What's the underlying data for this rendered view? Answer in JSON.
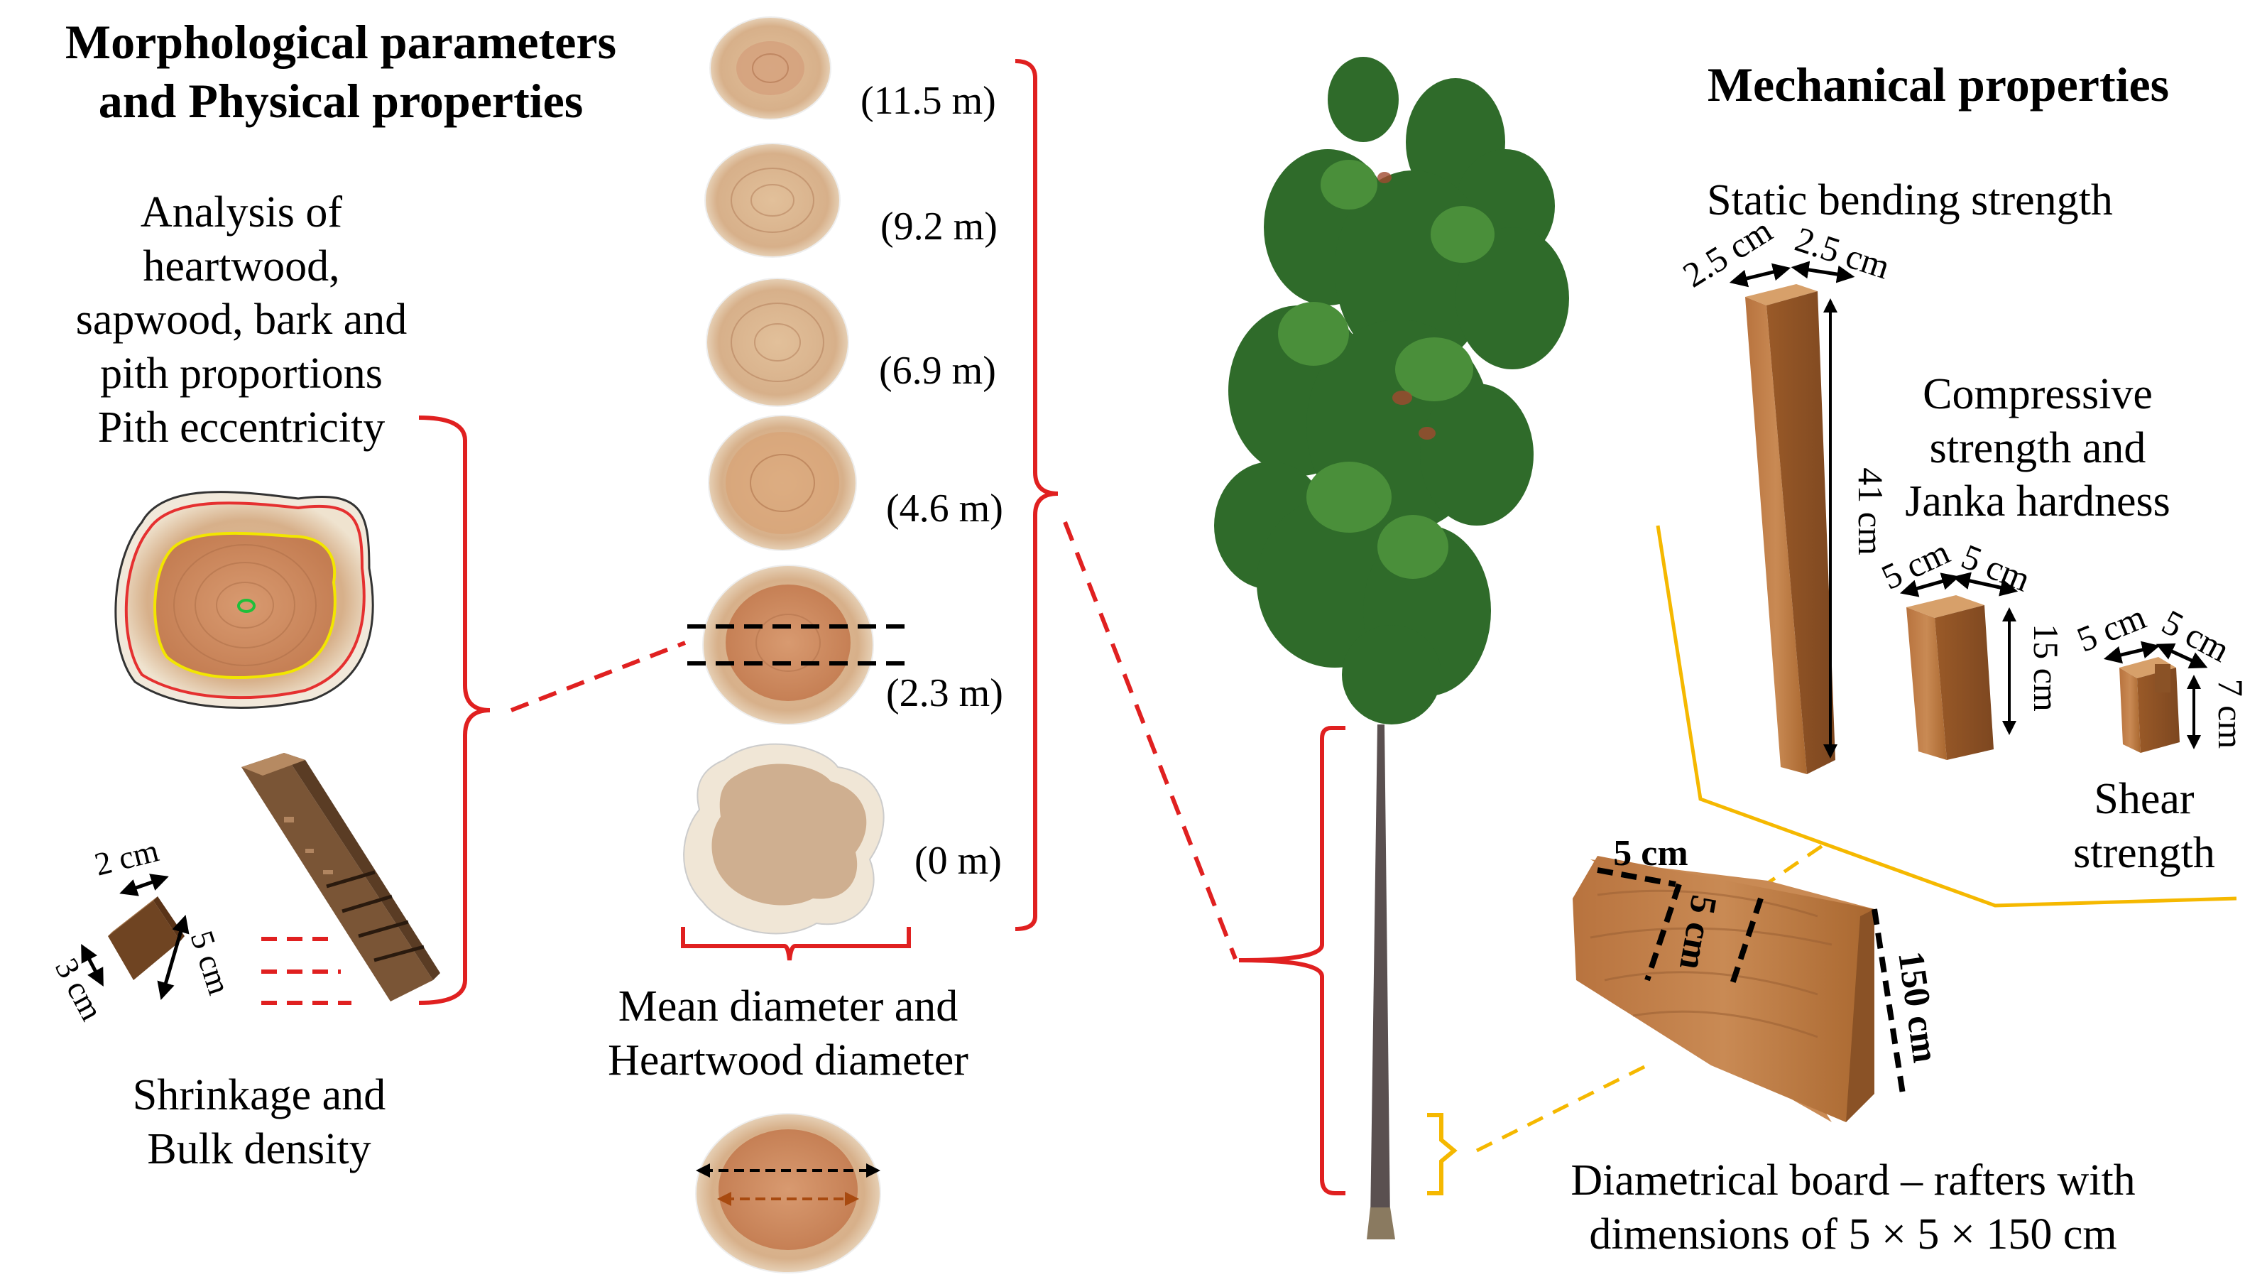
{
  "left": {
    "title": "Morphological parameters\nand Physical properties",
    "analysis_text": "Analysis of\nheartwood,\nsapwood, bark and\npith proportions\nPith eccentricity",
    "shrinkage_text": "Shrinkage and\nBulk density",
    "sample_dims": {
      "width": "2 cm",
      "length": "5 cm",
      "thickness": "3 cm"
    }
  },
  "center": {
    "heights": [
      "(11.5 m)",
      "(9.2 m)",
      "(6.9 m)",
      "(4.6 m)",
      "(2.3 m)",
      "(0 m)"
    ],
    "diameter_text": "Mean diameter and\nHeartwood diameter"
  },
  "right": {
    "title": "Mechanical properties",
    "static_bending": {
      "label": "Static bending strength",
      "w": "2.5 cm",
      "d": "2.5 cm",
      "len": "41 cm"
    },
    "compressive": {
      "label": "Compressive\nstrength and\nJanka hardness",
      "w": "5 cm",
      "d": "5 cm",
      "len": "15 cm"
    },
    "shear": {
      "label": "Shear\nstrength",
      "w": "5 cm",
      "d": "5 cm",
      "len": "7 cm"
    },
    "board": {
      "w": "5 cm",
      "d": "5 cm",
      "len": "150 cm",
      "caption": "Diametrical board – rafters with\ndimensions of 5 × 5 × 150 cm"
    }
  },
  "colors": {
    "bracket_red": "#e02020",
    "bracket_yellow": "#f5b800",
    "wood": "#c98a54",
    "wood_light": "#e8cfae",
    "leaf": "#2f6b2a"
  }
}
